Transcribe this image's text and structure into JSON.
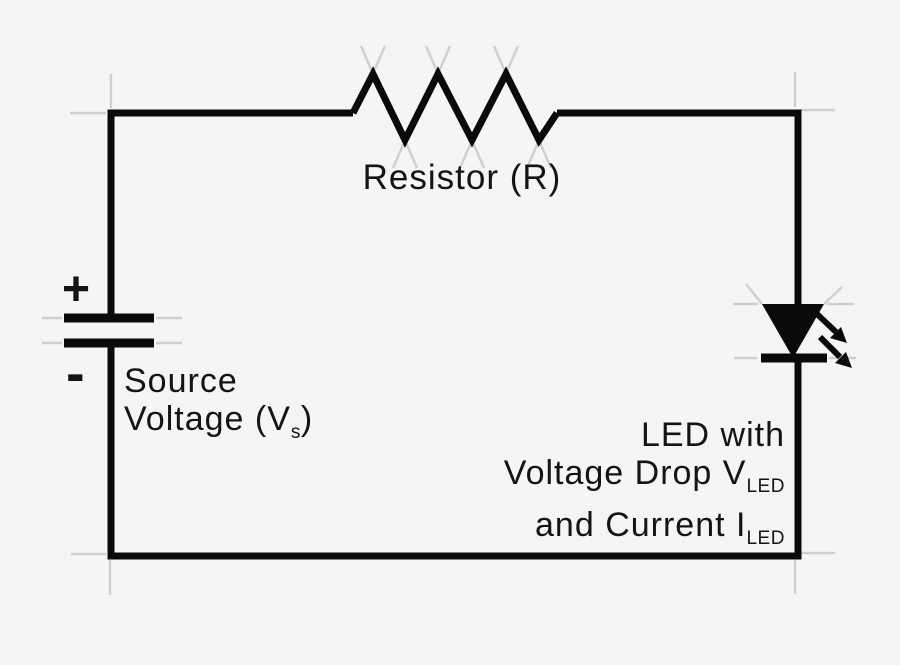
{
  "diagram": {
    "kind": "circuit-schematic",
    "colors": {
      "background": "#f5f5f5",
      "ink": "#0a0a0a",
      "sketch_marks": "#c9c9c9"
    },
    "icons": {
      "resistor-symbol": "zigzag-line",
      "voltage-source-symbol": "two-parallel-plates",
      "led-symbol": "filled-triangle-with-cathode-bar",
      "light-emission-arrows": "two-diagonal-arrows-down-right"
    },
    "labels": {
      "resistor": "Resistor (R)",
      "source": {
        "plus": "+",
        "minus": "-",
        "line1": "Source",
        "line2_pre": "Voltage (V",
        "line2_sub": "s",
        "line2_post": ")"
      },
      "led": {
        "line1": "LED with",
        "line2_pre": "Voltage Drop V",
        "line2_sub": "LED",
        "line3_pre": "and Current I",
        "line3_sub": "LED"
      }
    }
  }
}
